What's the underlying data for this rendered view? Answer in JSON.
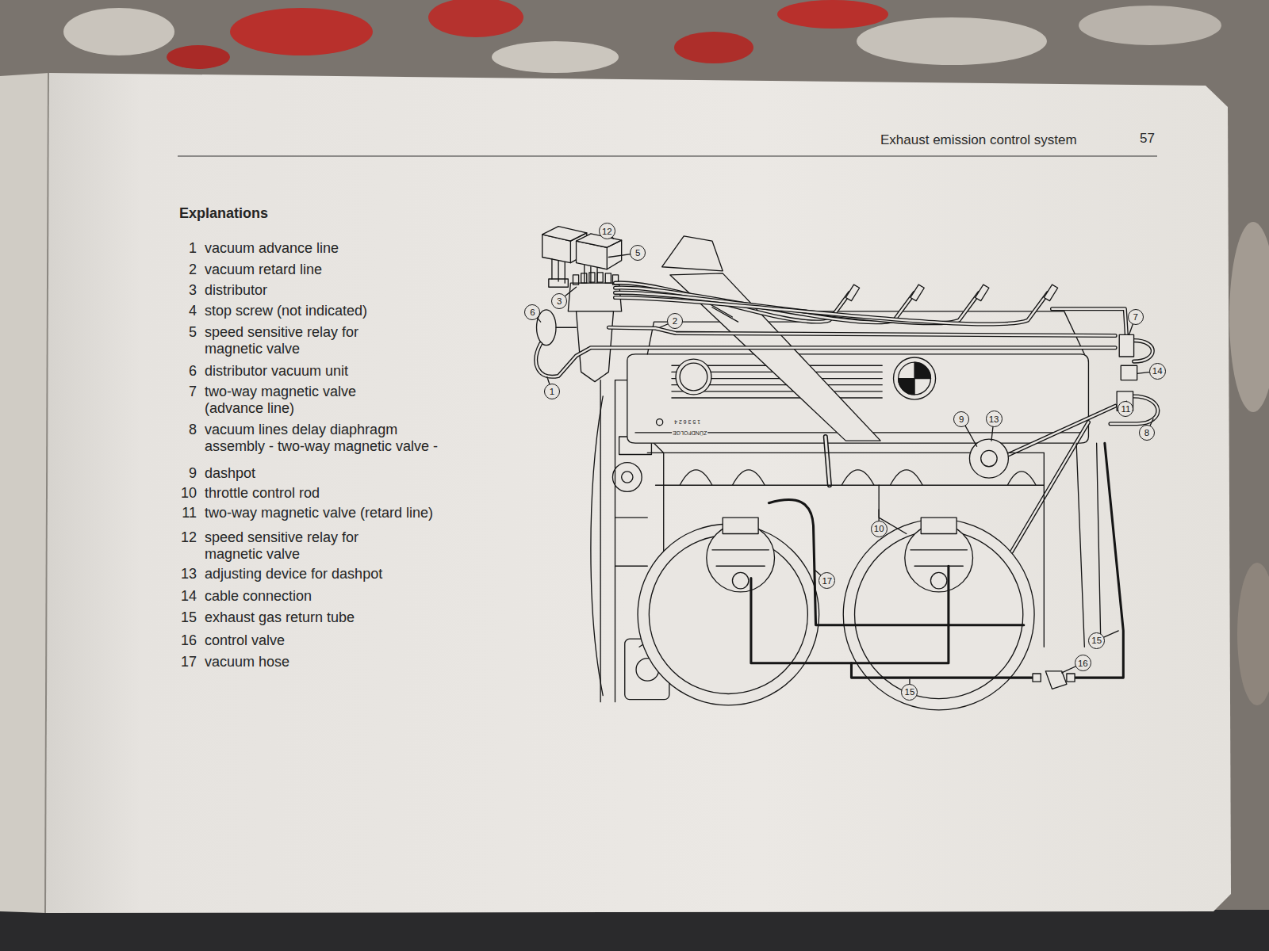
{
  "diagram": {
    "title": "Explanations",
    "nodes": [
      {
        "text": [
          "12"
        ]
      },
      {
        "text": [
          "5"
        ]
      },
      {
        "text": [
          "3"
        ]
      },
      {
        "text": [
          "6"
        ]
      },
      {
        "text": [
          "7"
        ]
      },
      {
        "text": [
          "2"
        ]
      },
      {
        "text": [
          "14"
        ]
      },
      {
        "text": [
          "1"
        ]
      },
      {
        "text": [
          "11"
        ]
      },
      {
        "text": [
          "9"
        ]
      },
      {
        "text": [
          "13"
        ]
      },
      {
        "text": [
          "8"
        ]
      },
      {
        "text": [
          "10"
        ]
      },
      {
        "text": [
          "17"
        ]
      },
      {
        "text": [
          "15"
        ]
      },
      {
        "text": [
          "16"
        ]
      },
      {
        "text": [
          "15"
        ]
      }
    ],
    "labels": [
      "Exhaust emission control system",
      "57",
      "1",
      "vacuum advance line",
      "2",
      "vacuum retard line",
      "3",
      "distributor",
      "4",
      "stop screw (not indicated)",
      "5",
      "speed sensitive relay for magnetic valve",
      "6",
      "distributor vacuum unit",
      "7",
      "two-way magnetic valve (advance line)",
      "8",
      "vacuum lines delay diaphragm assembly - two-way magnetic valve -",
      "9",
      "dashpot",
      "10",
      "throttle control rod",
      "11",
      "two-way magnetic valve (retard line)",
      "12",
      "speed sensitive relay for magnetic valve",
      "13",
      "adjusting device for dashpot",
      "14",
      "cable connection",
      "15",
      "exhaust gas return tube",
      "16",
      "control valve",
      "17",
      "vacuum hose",
      "ZÜNDFOLGE",
      "1 5 3 6 2 4"
    ]
  }
}
